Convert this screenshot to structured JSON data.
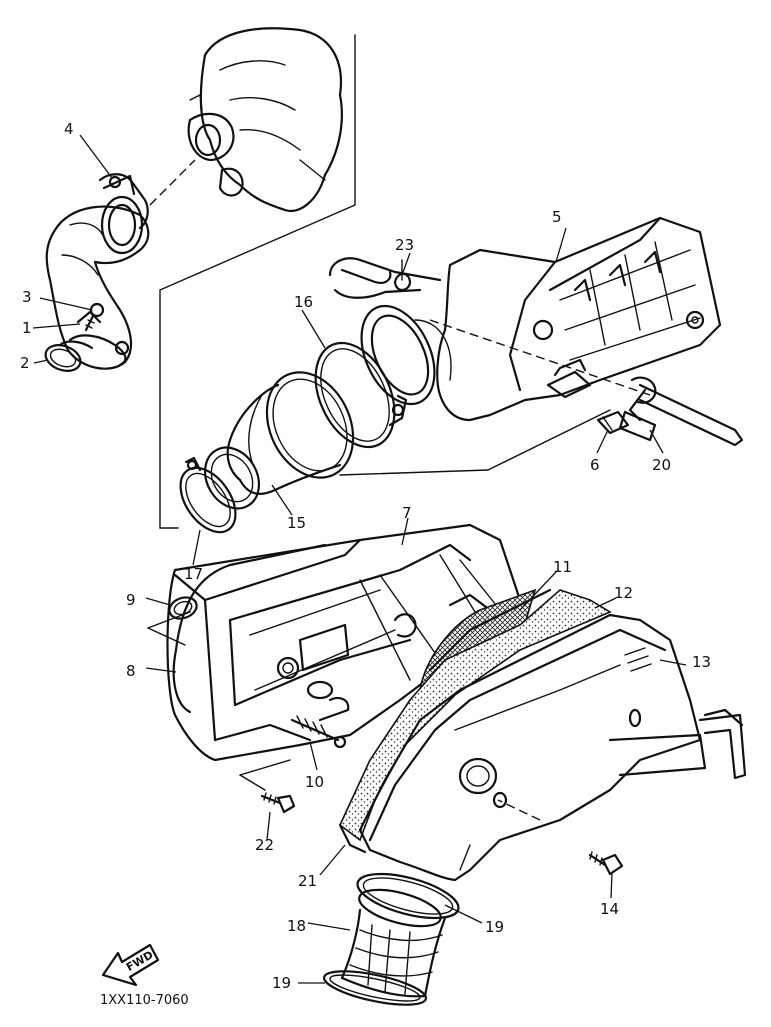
{
  "diagram_code": "1XX110-7060",
  "fwd_arrow_label": "FWD",
  "callouts": [
    {
      "id": "c1",
      "text": "1"
    },
    {
      "id": "c2",
      "text": "2"
    },
    {
      "id": "c3",
      "text": "3"
    },
    {
      "id": "c4",
      "text": "4"
    },
    {
      "id": "c5",
      "text": "5"
    },
    {
      "id": "c6",
      "text": "6"
    },
    {
      "id": "c7",
      "text": "7"
    },
    {
      "id": "c8",
      "text": "8"
    },
    {
      "id": "c9",
      "text": "9"
    },
    {
      "id": "c10",
      "text": "10"
    },
    {
      "id": "c11",
      "text": "11"
    },
    {
      "id": "c12",
      "text": "12"
    },
    {
      "id": "c13",
      "text": "13"
    },
    {
      "id": "c14",
      "text": "14"
    },
    {
      "id": "c15",
      "text": "15"
    },
    {
      "id": "c16",
      "text": "16"
    },
    {
      "id": "c17",
      "text": "17"
    },
    {
      "id": "c18",
      "text": "18"
    },
    {
      "id": "c19a",
      "text": "19"
    },
    {
      "id": "c19b",
      "text": "19"
    },
    {
      "id": "c20",
      "text": "20"
    },
    {
      "id": "c21",
      "text": "21"
    },
    {
      "id": "c22",
      "text": "22"
    },
    {
      "id": "c23",
      "text": "23"
    }
  ]
}
